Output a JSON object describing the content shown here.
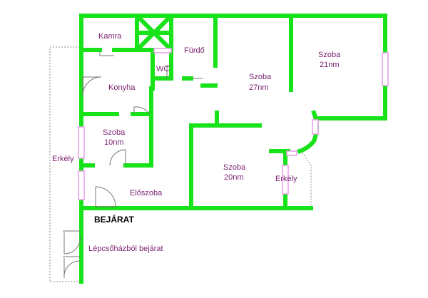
{
  "rooms": {
    "kamra": "Kamra",
    "furdo": "Fürdő",
    "wc": "WC",
    "konyha": "Konyha",
    "szoba1_name": "Szoba",
    "szoba1_area": "21nm",
    "szoba2_name": "Szoba",
    "szoba2_area": "27nm",
    "szoba3_name": "Szoba",
    "szoba3_area": "10nm",
    "szoba4_name": "Szoba",
    "szoba4_area": "20nm",
    "erkely_left": "Erkély",
    "erkely_right": "Erkély",
    "eloszoba": "Előszoba"
  },
  "entrance": {
    "label": "BEJÁRAT",
    "stair_label": "Lépcsőházból bejárat"
  },
  "colors": {
    "wall": "#18e21a",
    "window": "#e99be9",
    "label": "#7a1f6e",
    "door": "#777777"
  }
}
